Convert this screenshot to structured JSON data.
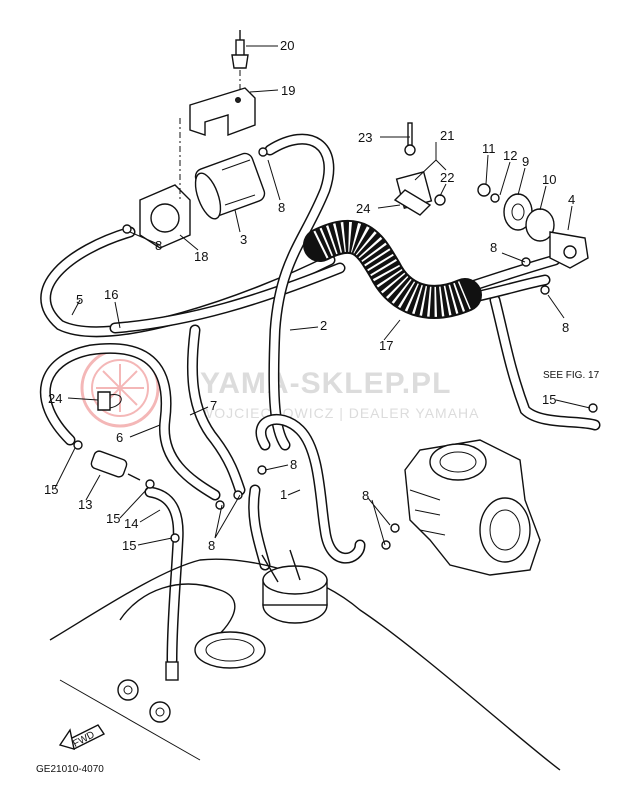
{
  "diagram_code": "GE21010-4070",
  "see_fig": "SEE FIG. 17",
  "fwd_label": "FWD",
  "watermark": {
    "title": "YAMA-SKLEP.PL",
    "subtitle": "WOJCIECHOWICZ | DEALER YAMAHA"
  },
  "colors": {
    "line": "#111111",
    "watermark": "#dcdcdc",
    "logo": "#f3b0b0",
    "background": "#ffffff"
  },
  "callouts": [
    {
      "id": "c20",
      "label": "20"
    },
    {
      "id": "c19",
      "label": "19"
    },
    {
      "id": "c3",
      "label": "3"
    },
    {
      "id": "c8a",
      "label": "8"
    },
    {
      "id": "c18",
      "label": "18"
    },
    {
      "id": "c8b",
      "label": "8"
    },
    {
      "id": "c23",
      "label": "23"
    },
    {
      "id": "c21",
      "label": "21"
    },
    {
      "id": "c22",
      "label": "22"
    },
    {
      "id": "c24a",
      "label": "24"
    },
    {
      "id": "c11",
      "label": "11"
    },
    {
      "id": "c12",
      "label": "12"
    },
    {
      "id": "c9",
      "label": "9"
    },
    {
      "id": "c10",
      "label": "10"
    },
    {
      "id": "c4",
      "label": "4"
    },
    {
      "id": "c8c",
      "label": "8"
    },
    {
      "id": "c8d",
      "label": "8"
    },
    {
      "id": "c5",
      "label": "5"
    },
    {
      "id": "c16",
      "label": "16"
    },
    {
      "id": "c2",
      "label": "2"
    },
    {
      "id": "c17",
      "label": "17"
    },
    {
      "id": "c24b",
      "label": "24"
    },
    {
      "id": "c7",
      "label": "7"
    },
    {
      "id": "c6",
      "label": "6"
    },
    {
      "id": "c15a",
      "label": "15"
    },
    {
      "id": "c15b",
      "label": "15"
    },
    {
      "id": "c8e",
      "label": "8"
    },
    {
      "id": "c1",
      "label": "1"
    },
    {
      "id": "c15c",
      "label": "15"
    },
    {
      "id": "c13",
      "label": "13"
    },
    {
      "id": "c14",
      "label": "14"
    },
    {
      "id": "c15d",
      "label": "15"
    },
    {
      "id": "c8f",
      "label": "8"
    },
    {
      "id": "c8g",
      "label": "8"
    }
  ]
}
